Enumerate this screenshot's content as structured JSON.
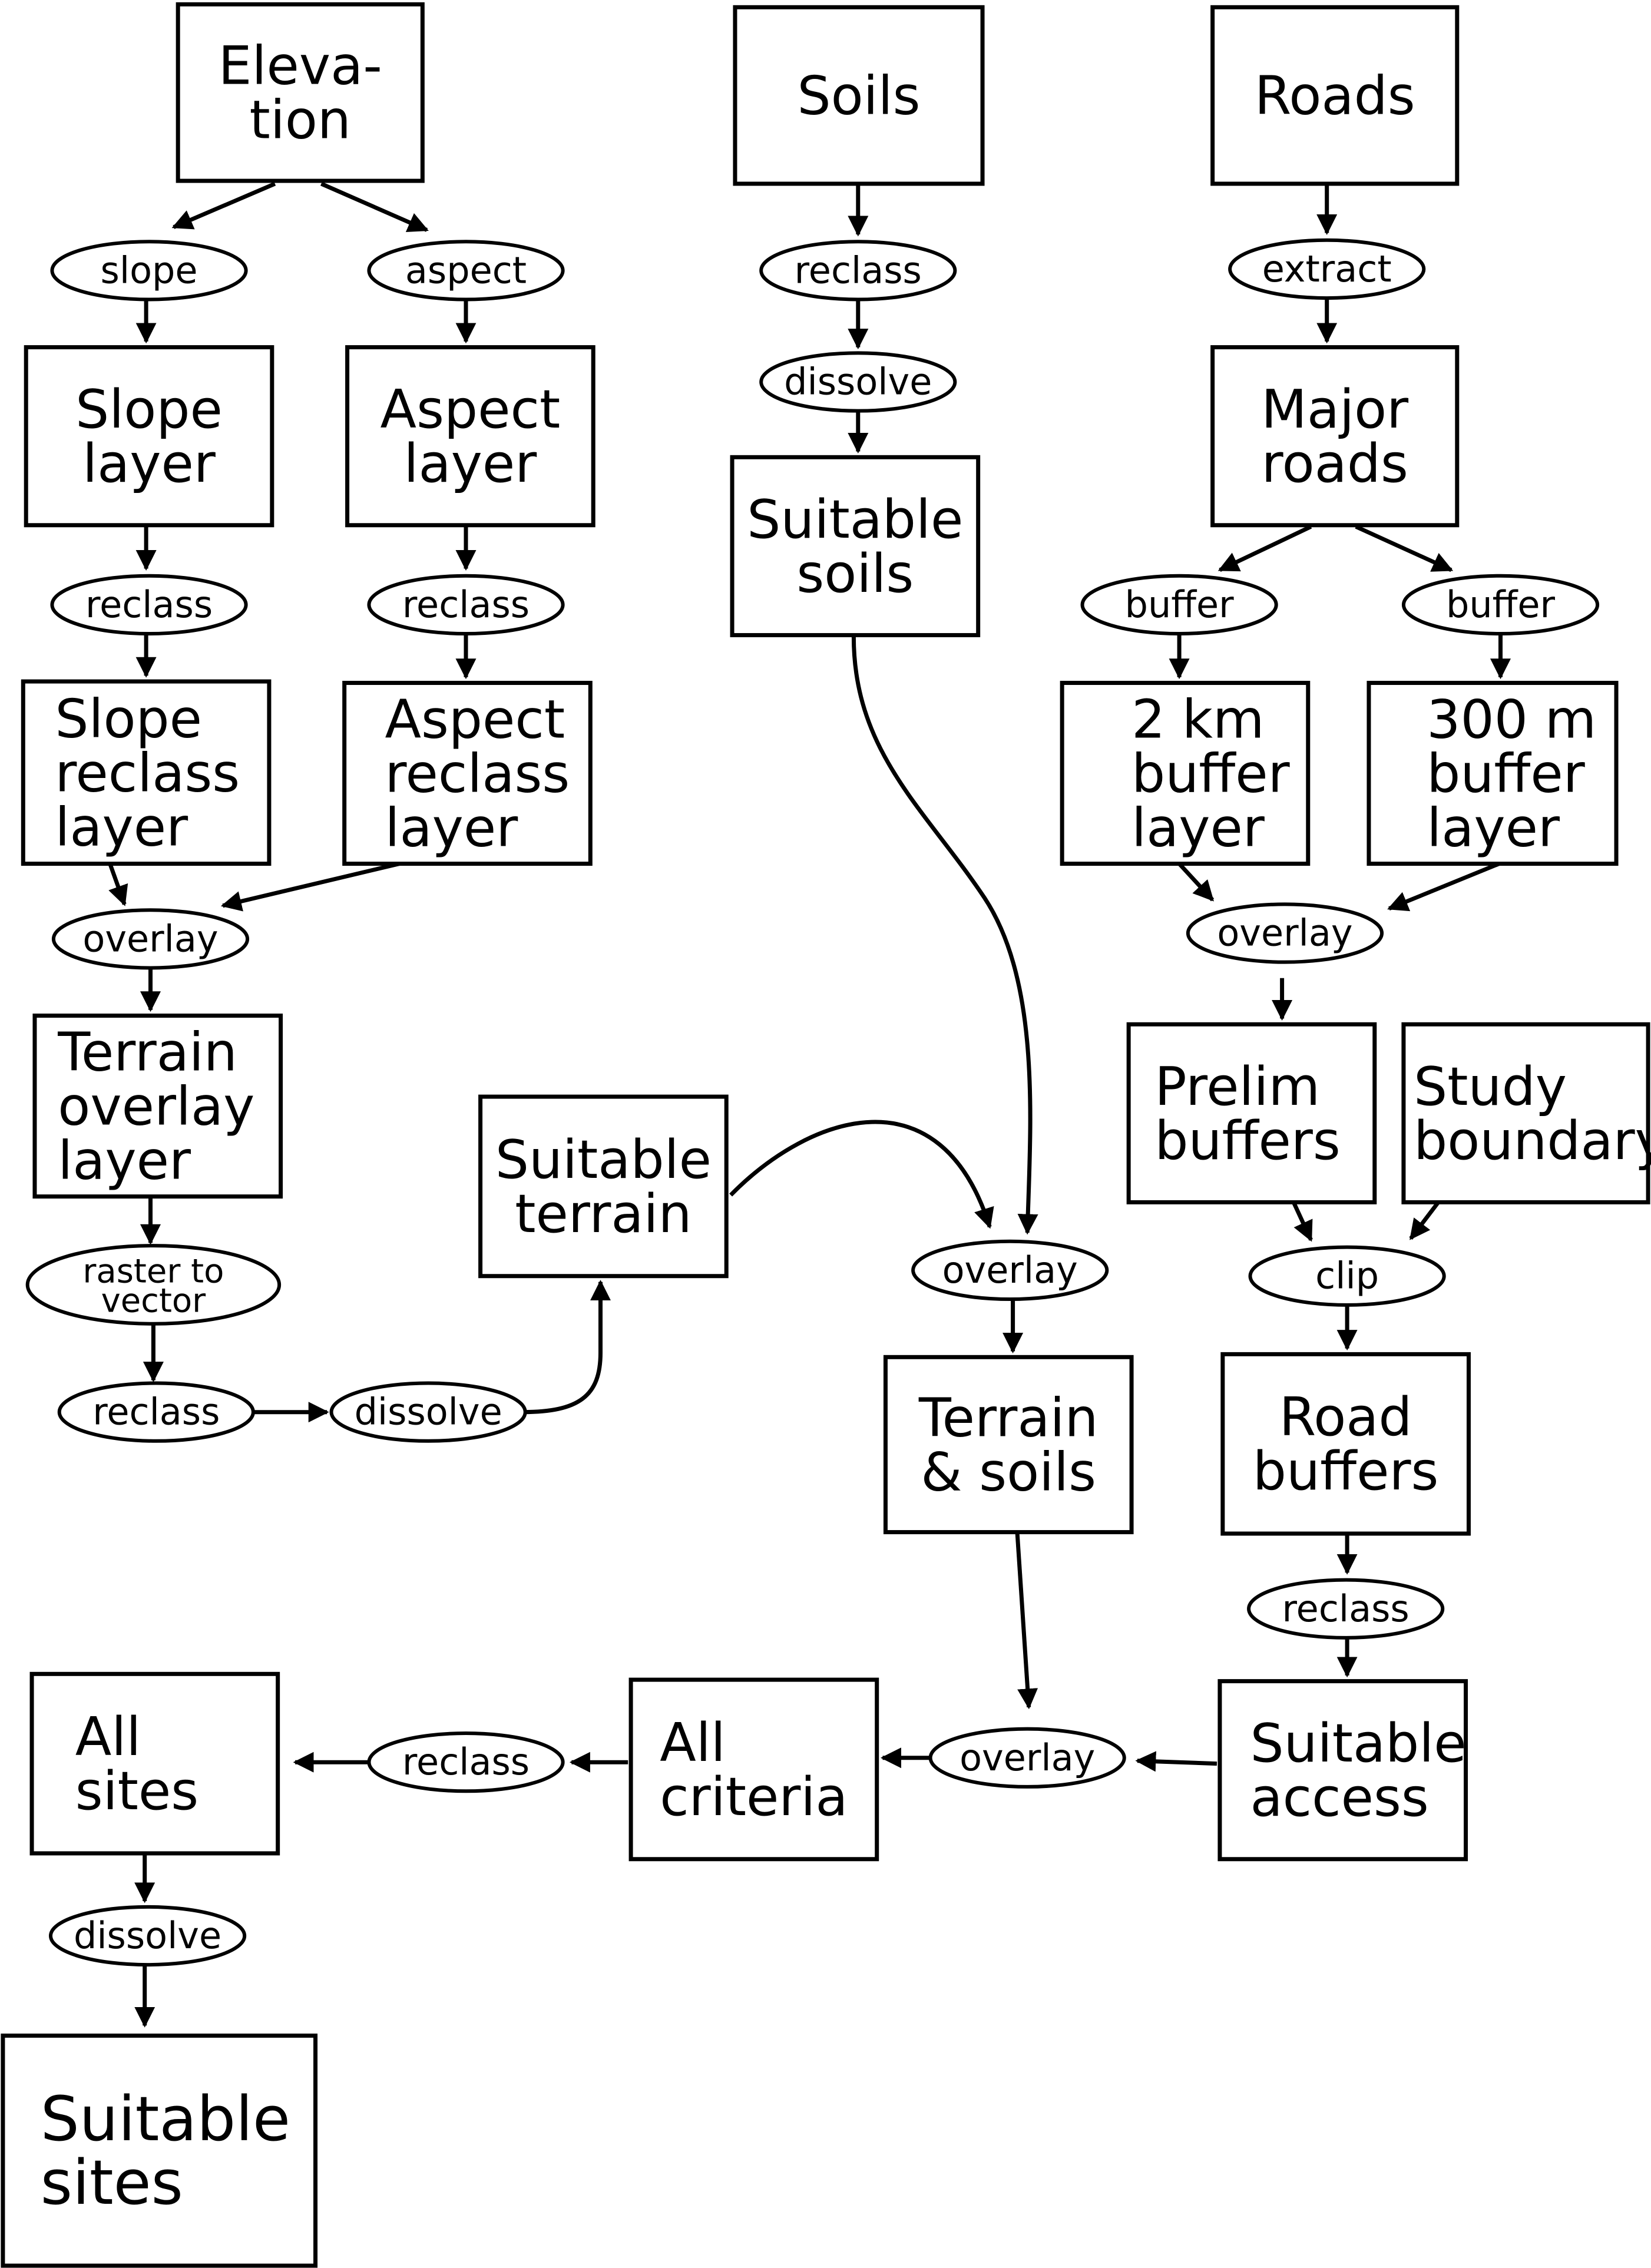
{
  "boxes": {
    "elevation": [
      "Eleva-",
      "tion"
    ],
    "soils": [
      "Soils"
    ],
    "roads": [
      "Roads"
    ],
    "slope_layer": [
      "Slope",
      "layer"
    ],
    "aspect_layer": [
      "Aspect",
      "layer"
    ],
    "suitable_soils": [
      "Suitable",
      "soils"
    ],
    "major_roads": [
      "Major",
      "roads"
    ],
    "slope_reclass_layer": [
      "Slope",
      "reclass",
      "layer"
    ],
    "aspect_reclass_layer": [
      "Aspect",
      "reclass",
      "layer"
    ],
    "buffer_2km_layer": [
      "2 km",
      "buffer",
      "layer"
    ],
    "buffer_300m_layer": [
      "300 m",
      "buffer",
      "layer"
    ],
    "terrain_overlay_layer": [
      "Terrain",
      "overlay",
      "layer"
    ],
    "suitable_terrain": [
      "Suitable",
      "terrain"
    ],
    "prelim_buffers": [
      "Prelim",
      "buffers"
    ],
    "study_boundary": [
      "Study",
      "boundary"
    ],
    "terrain_soils": [
      "Terrain",
      "& soils"
    ],
    "road_buffers": [
      "Road",
      "buffers"
    ],
    "all_sites": [
      "All",
      "sites"
    ],
    "all_criteria": [
      "All",
      "criteria"
    ],
    "suitable_access": [
      "Suitable",
      "access"
    ],
    "suitable_sites": [
      "Suitable",
      "sites"
    ]
  },
  "operations": {
    "slope": [
      "slope"
    ],
    "aspect": [
      "aspect"
    ],
    "soils_reclass": [
      "reclass"
    ],
    "extract": [
      "extract"
    ],
    "soils_dissolve": [
      "dissolve"
    ],
    "slope_reclass": [
      "reclass"
    ],
    "aspect_reclass": [
      "reclass"
    ],
    "buffer_2km": [
      "buffer"
    ],
    "buffer_300m": [
      "buffer"
    ],
    "terrain_overlay": [
      "overlay"
    ],
    "roads_overlay": [
      "overlay"
    ],
    "raster_to_vector": [
      "raster to",
      "vector"
    ],
    "terrain_soils_overlay": [
      "overlay"
    ],
    "clip": [
      "clip"
    ],
    "terrain_reclass": [
      "reclass"
    ],
    "terrain_dissolve": [
      "dissolve"
    ],
    "access_reclass": [
      "reclass"
    ],
    "final_reclass": [
      "reclass"
    ],
    "final_overlay": [
      "overlay"
    ],
    "sites_dissolve": [
      "dissolve"
    ]
  }
}
